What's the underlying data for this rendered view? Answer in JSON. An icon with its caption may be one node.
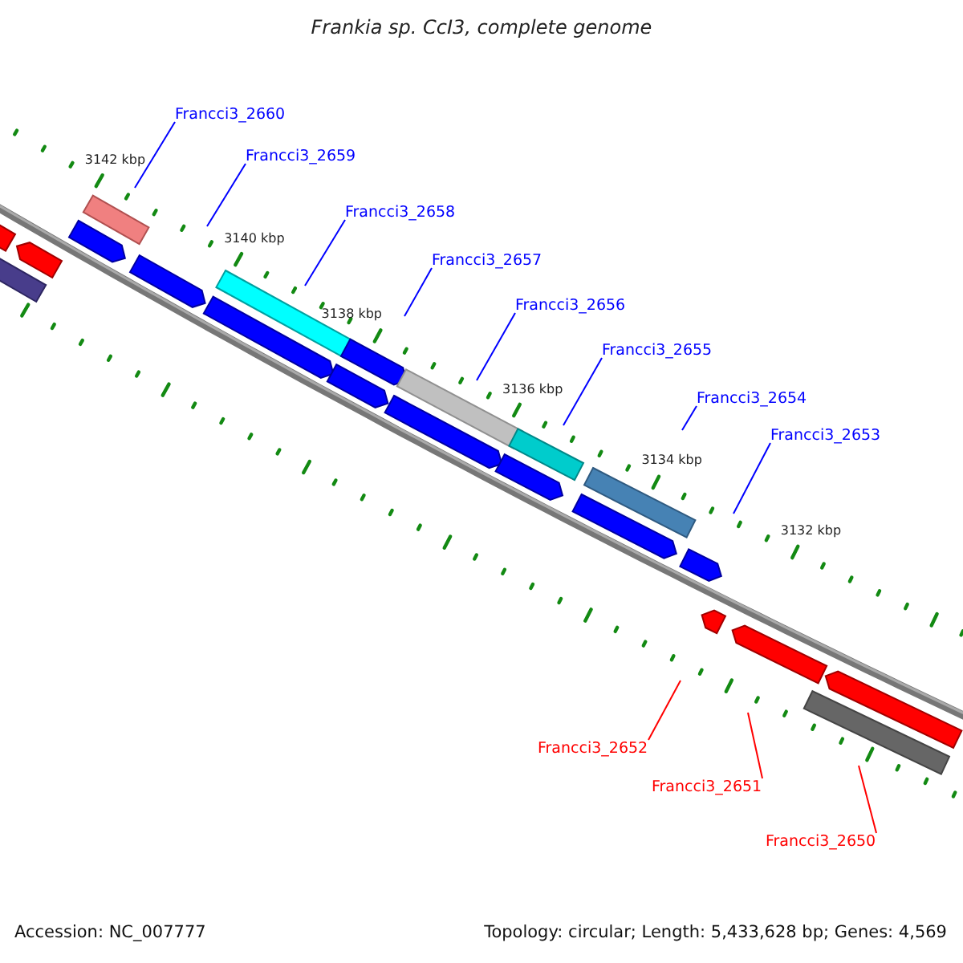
{
  "diagram": {
    "title": "Frankia sp. CcI3, complete genome",
    "nodes": [
      {
        "text": [
          "Francci3_2660"
        ]
      },
      {
        "text": [
          "Francci3_2659"
        ]
      },
      {
        "text": [
          "Francci3_2658"
        ]
      },
      {
        "text": [
          "Francci3_2657"
        ]
      },
      {
        "text": [
          "Francci3_2656"
        ]
      },
      {
        "text": [
          "Francci3_2655"
        ]
      },
      {
        "text": [
          "Francci3_2654"
        ]
      },
      {
        "text": [
          "Francci3_2653"
        ]
      },
      {
        "text": [
          "Francci3_2652"
        ]
      },
      {
        "text": [
          "Francci3_2651"
        ]
      },
      {
        "text": [
          "Francci3_2650"
        ]
      }
    ],
    "edges": [
      {
        "from": 0,
        "to": null,
        "arrow": "none"
      },
      {
        "from": 1,
        "to": null,
        "arrow": "none"
      },
      {
        "from": 2,
        "to": null,
        "arrow": "none"
      },
      {
        "from": 3,
        "to": null,
        "arrow": "none"
      },
      {
        "from": 4,
        "to": null,
        "arrow": "none"
      },
      {
        "from": 5,
        "to": null,
        "arrow": "none"
      },
      {
        "from": 6,
        "to": null,
        "arrow": "none"
      },
      {
        "from": 7,
        "to": null,
        "arrow": "none"
      },
      {
        "from": 8,
        "to": null,
        "arrow": "none",
        "color": "#ff0000"
      },
      {
        "from": 9,
        "to": null,
        "arrow": "none",
        "color": "#ff0000"
      },
      {
        "from": 10,
        "to": null,
        "arrow": "none",
        "color": "#ff0000"
      }
    ],
    "labels": [
      "3142 kbp",
      "3140 kbp",
      "3138 kbp",
      "3136 kbp",
      "3134 kbp",
      "3132 kbp",
      "Accession: NC_007777",
      "Topology: circular; Length: 5,433,628 bp; Genes: 4,569"
    ]
  }
}
